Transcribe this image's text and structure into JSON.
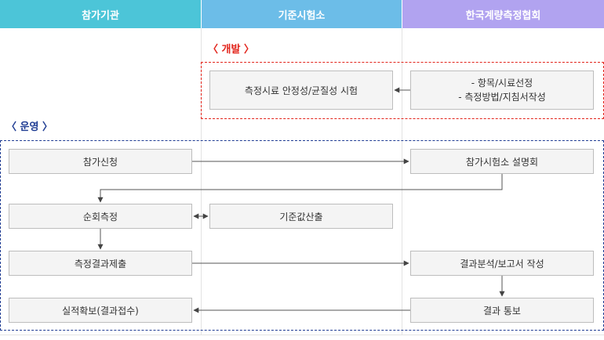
{
  "columns": [
    {
      "title": "참가기관",
      "color": "#4cc5d8"
    },
    {
      "title": "기준시험소",
      "color": "#6cbde8"
    },
    {
      "title": "한국계량측정협회",
      "color": "#b1a3f0"
    }
  ],
  "sections": {
    "dev": {
      "label": "〈 개발 〉",
      "color": "#e2231a"
    },
    "ops": {
      "label": "〈 운영 〉",
      "color": "#1f3c93"
    }
  },
  "boxes": {
    "sample_test": "측정시료 안정성/균질성 시험",
    "item_line1": "- 항목/시료선정",
    "item_line2": "- 측정방법/지침서작성",
    "apply": "참가신청",
    "briefing": "참가시험소 설명회",
    "round_measure": "순회측정",
    "ref_value": "기준값산출",
    "submit": "측정결과제출",
    "analysis": "결과분석/보고서 작성",
    "performance": "실적확보(결과접수)",
    "notify": "결과 통보"
  }
}
